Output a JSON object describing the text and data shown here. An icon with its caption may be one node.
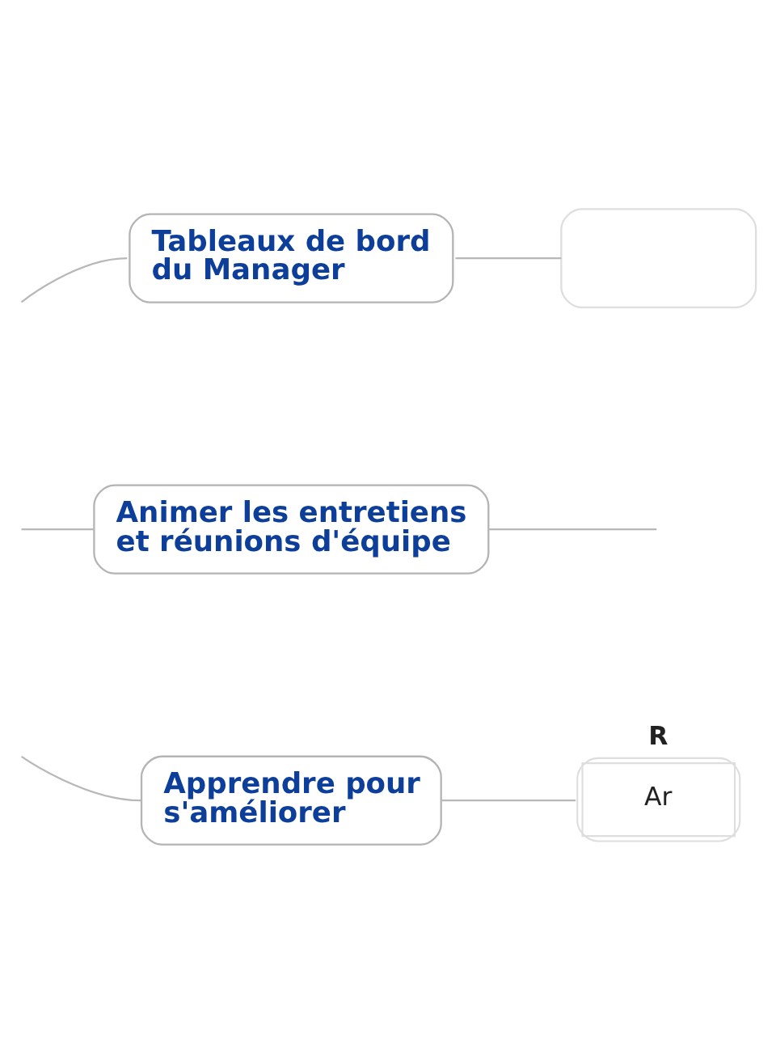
{
  "diagram": {
    "nodes": [
      {
        "text": [
          "Tableaux de bord du Manager"
        ]
      },
      {
        "text": [
          "Animer les entretiens et réunions d'équipe"
        ]
      },
      {
        "text": [
          "Apprendre pour s'améliorer"
        ]
      },
      {
        "text": [],
        "shape": "box"
      },
      {
        "text": [
          "R",
          "Ar"
        ]
      }
    ],
    "edges": [
      {
        "from": null,
        "to": 0,
        "arrow": "none"
      },
      {
        "from": null,
        "to": 1,
        "arrow": "none"
      },
      {
        "from": null,
        "to": 2,
        "arrow": "none"
      },
      {
        "from": 0,
        "to": 3,
        "arrow": "none"
      },
      {
        "from": 1,
        "to": null,
        "arrow": "none"
      },
      {
        "from": 2,
        "to": 4,
        "arrow": "none"
      }
    ]
  }
}
